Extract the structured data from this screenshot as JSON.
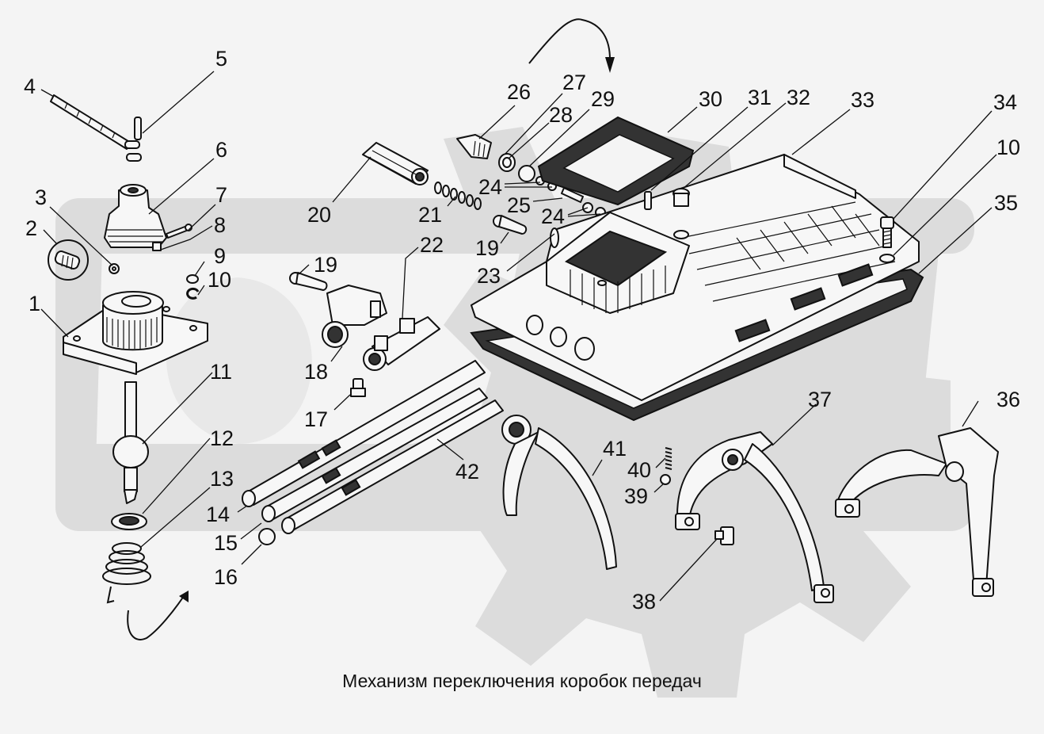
{
  "caption": "Механизм переключения коробок передач",
  "colors": {
    "background": "#f4f4f4",
    "watermark": "#dcdcdc",
    "ink": "#111111"
  },
  "callouts": [
    {
      "id": "c1",
      "label": "1"
    },
    {
      "id": "c2",
      "label": "2"
    },
    {
      "id": "c3",
      "label": "3"
    },
    {
      "id": "c4",
      "label": "4"
    },
    {
      "id": "c5",
      "label": "5"
    },
    {
      "id": "c6",
      "label": "6"
    },
    {
      "id": "c7",
      "label": "7"
    },
    {
      "id": "c8",
      "label": "8"
    },
    {
      "id": "c9",
      "label": "9"
    },
    {
      "id": "c10a",
      "label": "10"
    },
    {
      "id": "c11",
      "label": "11"
    },
    {
      "id": "c12",
      "label": "12"
    },
    {
      "id": "c13",
      "label": "13"
    },
    {
      "id": "c14",
      "label": "14"
    },
    {
      "id": "c15",
      "label": "15"
    },
    {
      "id": "c16",
      "label": "16"
    },
    {
      "id": "c17",
      "label": "17"
    },
    {
      "id": "c18",
      "label": "18"
    },
    {
      "id": "c19a",
      "label": "19"
    },
    {
      "id": "c19b",
      "label": "19"
    },
    {
      "id": "c20",
      "label": "20"
    },
    {
      "id": "c21",
      "label": "21"
    },
    {
      "id": "c22",
      "label": "22"
    },
    {
      "id": "c23",
      "label": "23"
    },
    {
      "id": "c24a",
      "label": "24"
    },
    {
      "id": "c24b",
      "label": "24"
    },
    {
      "id": "c25",
      "label": "25"
    },
    {
      "id": "c26",
      "label": "26"
    },
    {
      "id": "c27",
      "label": "27"
    },
    {
      "id": "c28",
      "label": "28"
    },
    {
      "id": "c29",
      "label": "29"
    },
    {
      "id": "c30",
      "label": "30"
    },
    {
      "id": "c31",
      "label": "31"
    },
    {
      "id": "c32",
      "label": "32"
    },
    {
      "id": "c33",
      "label": "33"
    },
    {
      "id": "c34",
      "label": "34"
    },
    {
      "id": "c10b",
      "label": "10"
    },
    {
      "id": "c35",
      "label": "35"
    },
    {
      "id": "c36",
      "label": "36"
    },
    {
      "id": "c37",
      "label": "37"
    },
    {
      "id": "c38",
      "label": "38"
    },
    {
      "id": "c39",
      "label": "39"
    },
    {
      "id": "c40",
      "label": "40"
    },
    {
      "id": "c41",
      "label": "41"
    },
    {
      "id": "c42",
      "label": "42"
    }
  ]
}
